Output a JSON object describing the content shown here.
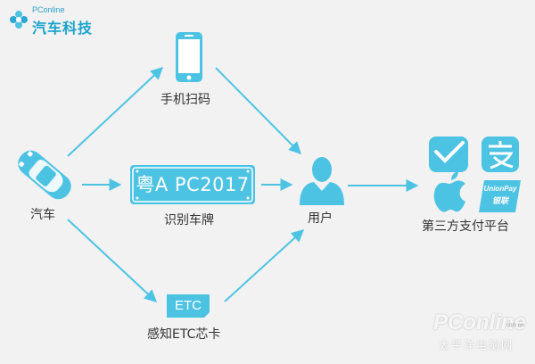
{
  "logo": {
    "sub": "PConline",
    "main": "汽车科技"
  },
  "nodes": {
    "car": "汽车",
    "phone_scan": "手机扫码",
    "plate_recognition": "识别车牌",
    "etc_chip": "感知ETC芯卡",
    "user": "用户",
    "platforms": "第三方支付平台"
  },
  "plate": {
    "text": "粤A PC2017"
  },
  "etc_badge": "ETC",
  "payment_icons": [
    "wechat-pay-icon",
    "alipay-icon",
    "apple-pay-icon",
    "unionpay-icon"
  ],
  "unionpay": {
    "line1": "UnionPay",
    "line2": "银联"
  },
  "watermark": {
    "main": "PConline",
    "small": "com.cn",
    "sub": "太平洋电脑网"
  },
  "colors": {
    "accent": "#4dc3e3",
    "background": "#f2f2f2",
    "text": "#333333"
  }
}
